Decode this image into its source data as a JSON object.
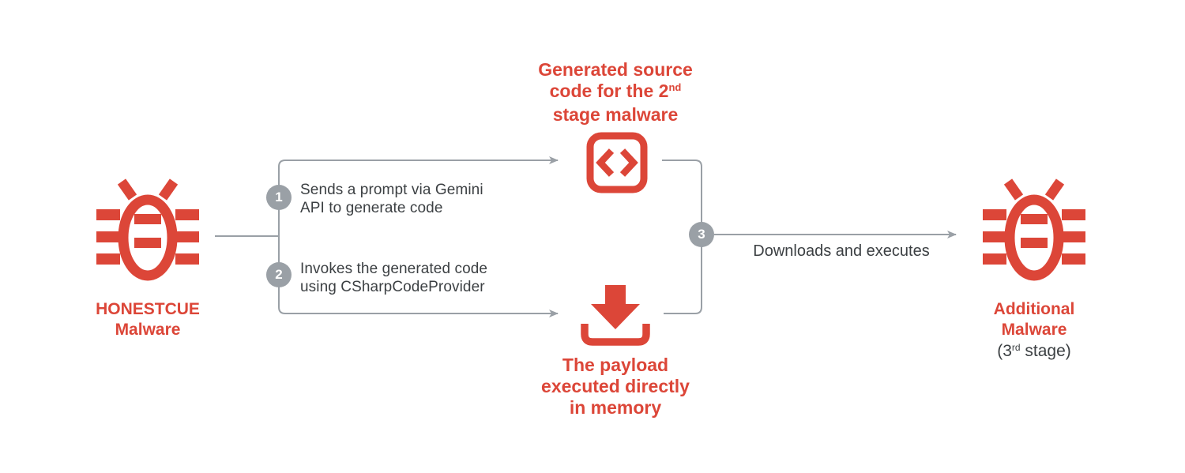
{
  "diagram": {
    "title_semantic": "HONESTCUE malware Gemini-assisted code generation flow",
    "colors": {
      "malware_red": "#DC4638",
      "connector_gray": "#9AA0A6",
      "step_text_dark": "#3C4043",
      "background": "#FFFFFF"
    },
    "nodes": {
      "honestcue": {
        "icon": "bug-icon",
        "name_line1": "HONESTCUE",
        "name_line2": "Malware"
      },
      "generated_code": {
        "icon": "code-brackets-icon",
        "title_line1": "Generated source",
        "title_line2_base": "code for the 2",
        "title_line2_sup": "nd",
        "title_line3": "stage malware"
      },
      "payload": {
        "icon": "download-tray-icon",
        "title_line1": "The payload",
        "title_line2": "executed directly",
        "title_line3": "in memory"
      },
      "additional_malware": {
        "icon": "bug-icon",
        "name_line1": "Additional",
        "name_line2": "Malware",
        "stage_pre": "(3",
        "stage_sup": "rd",
        "stage_post": " stage)"
      }
    },
    "steps": [
      {
        "number": "1",
        "text_line1": "Sends a prompt via Gemini",
        "text_line2": "API to generate code"
      },
      {
        "number": "2",
        "text_line1": "Invokes the generated code",
        "text_line2": "using CSharpCodeProvider"
      },
      {
        "number": "3",
        "label": "Downloads and executes"
      }
    ]
  }
}
